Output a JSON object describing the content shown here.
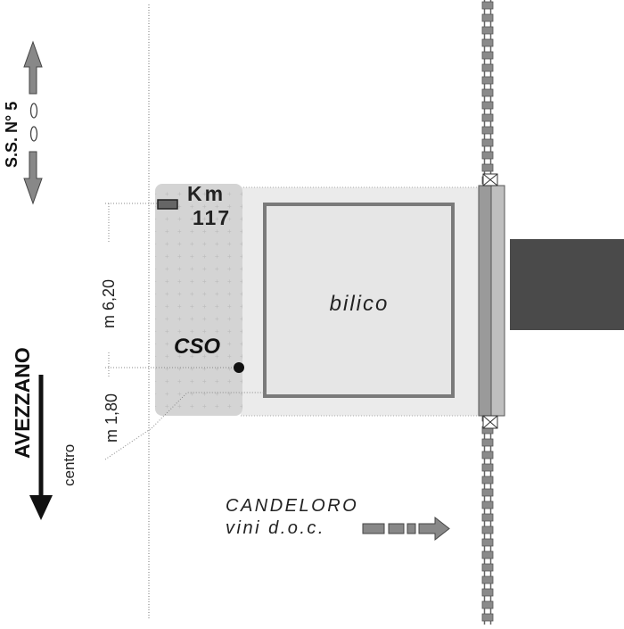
{
  "road": {
    "name_prefix": "S.S. N°",
    "number": "5",
    "circle_glyph": "ellipse-pair-icon"
  },
  "km_marker": {
    "label_km": "Km",
    "value": "117"
  },
  "platform": {
    "label": "bilico"
  },
  "cso": {
    "label": "CSO"
  },
  "dimensions": {
    "upper": "m 6,20",
    "lower": "m 1,80"
  },
  "direction": {
    "city": "AVEZZANO",
    "sub": "centro"
  },
  "sign": {
    "line1": "CANDELORO",
    "line2": "vini d.o.c."
  },
  "colors": {
    "arrow_gray": "#888888",
    "dark_building": "#4a4a4a",
    "platform_fill": "#e6e6e6",
    "road_strip": "#dcdcdc",
    "platform_frame": "#7a7a7a",
    "rail": "#8a8a8a"
  }
}
